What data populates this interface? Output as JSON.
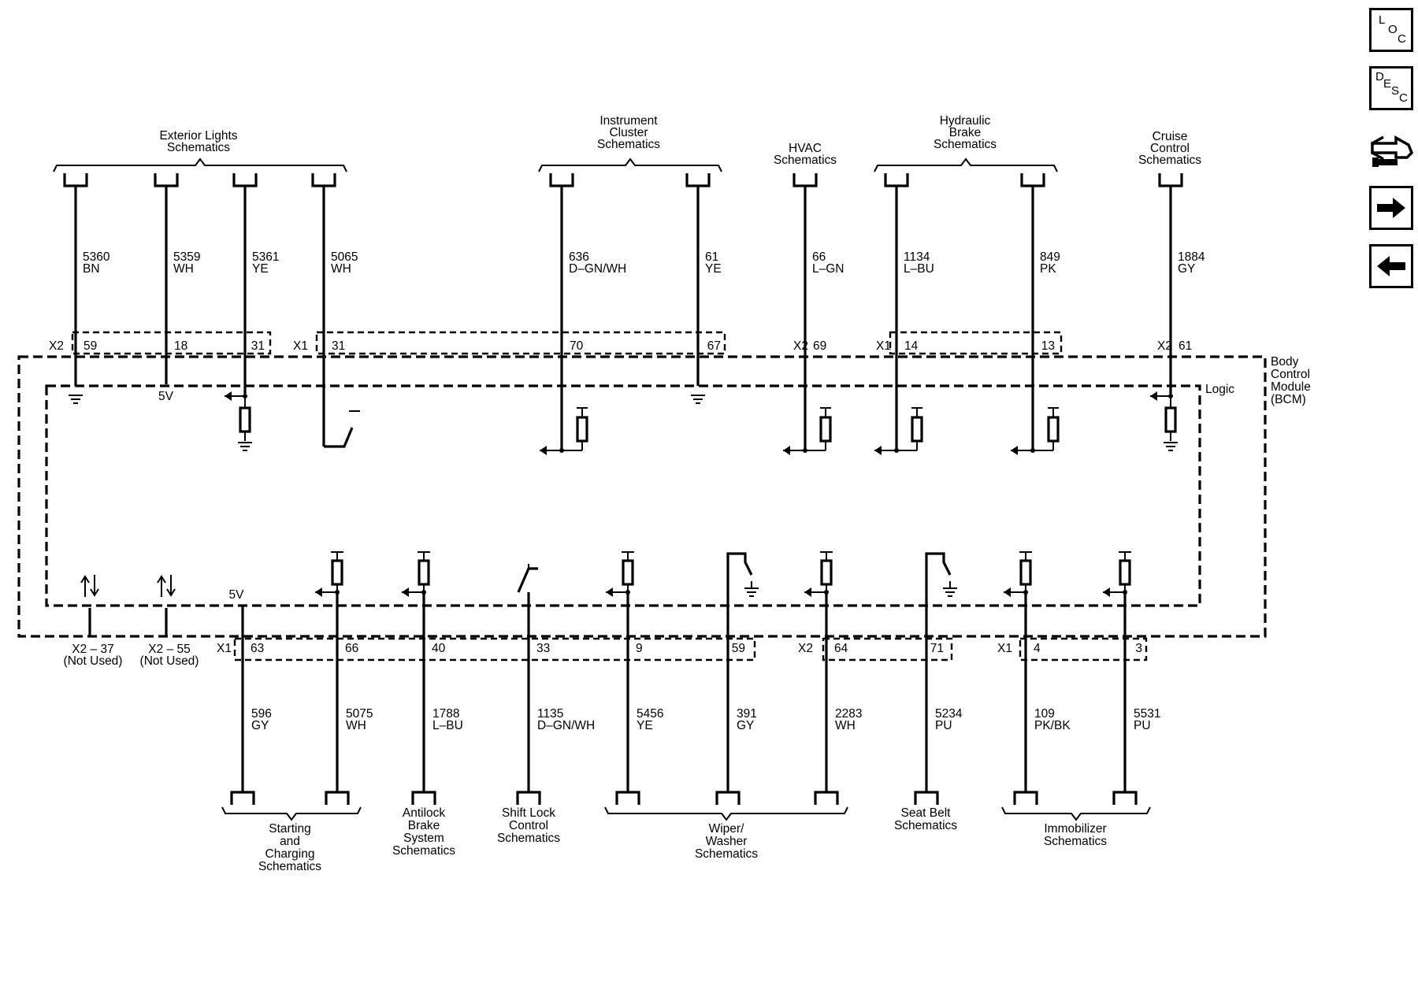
{
  "module": {
    "name": [
      "Body",
      "Control",
      "Module",
      "(BCM)"
    ],
    "logic_label": "Logic"
  },
  "top_groups": [
    {
      "id": "exterior",
      "lines": [
        "Exterior Lights",
        "Schematics"
      ]
    },
    {
      "id": "cluster",
      "lines": [
        "Instrument",
        "Cluster",
        "Schematics"
      ]
    },
    {
      "id": "hvac",
      "lines": [
        "HVAC",
        "Schematics"
      ]
    },
    {
      "id": "hydraulic",
      "lines": [
        "Hydraulic",
        "Brake",
        "Schematics"
      ]
    },
    {
      "id": "cruise",
      "lines": [
        "Cruise",
        "Control",
        "Schematics"
      ]
    }
  ],
  "bottom_groups": [
    {
      "id": "starting",
      "lines": [
        "Starting",
        "and",
        "Charging",
        "Schematics"
      ]
    },
    {
      "id": "abs",
      "lines": [
        "Antilock",
        "Brake",
        "System",
        "Schematics"
      ]
    },
    {
      "id": "shiftlock",
      "lines": [
        "Shift Lock",
        "Control",
        "Schematics"
      ]
    },
    {
      "id": "wiper",
      "lines": [
        "Wiper/",
        "Washer",
        "Schematics"
      ]
    },
    {
      "id": "seatbelt",
      "lines": [
        "Seat Belt",
        "Schematics"
      ]
    },
    {
      "id": "immobilizer",
      "lines": [
        "Immobilizer",
        "Schematics"
      ]
    }
  ],
  "top_wires": [
    {
      "circuit": "5360",
      "color": "BN",
      "pin": "59",
      "connector": "X2",
      "inside": "ground"
    },
    {
      "circuit": "5359",
      "color": "WH",
      "pin": "18",
      "inside": "5v",
      "inside_label": "5V"
    },
    {
      "circuit": "5361",
      "color": "YE",
      "pin": "31",
      "inside": "pulldown"
    },
    {
      "circuit": "5065",
      "color": "WH",
      "pin": "31",
      "connector": "X1",
      "inside": "switch"
    },
    {
      "circuit": "636",
      "color": "D–GN/WH",
      "pin": "70",
      "inside": "pullup"
    },
    {
      "circuit": "61",
      "color": "YE",
      "pin": "67",
      "inside": "ground"
    },
    {
      "circuit": "66",
      "color": "L–GN",
      "pin": "69",
      "connector": "X2",
      "inside": "pullup"
    },
    {
      "circuit": "1134",
      "color": "L–BU",
      "pin": "14",
      "connector": "X1",
      "inside": "pullup"
    },
    {
      "circuit": "849",
      "color": "PK",
      "pin": "13",
      "inside": "pullup"
    },
    {
      "circuit": "1884",
      "color": "GY",
      "pin": "61",
      "connector": "X2",
      "inside": "pulldown"
    }
  ],
  "bottom_wires": [
    {
      "circuit": "596",
      "color": "GY",
      "pin": "63",
      "connector": "X1",
      "inside_label": "5V"
    },
    {
      "circuit": "5075",
      "color": "WH",
      "pin": "66"
    },
    {
      "circuit": "1788",
      "color": "L–BU",
      "pin": "40"
    },
    {
      "circuit": "1135",
      "color": "D–GN/WH",
      "pin": "33"
    },
    {
      "circuit": "5456",
      "color": "YE",
      "pin": "9"
    },
    {
      "circuit": "391",
      "color": "GY",
      "pin": "59"
    },
    {
      "circuit": "2283",
      "color": "WH",
      "pin": "64",
      "connector": "X2"
    },
    {
      "circuit": "5234",
      "color": "PU",
      "pin": "71"
    },
    {
      "circuit": "109",
      "color": "PK/BK",
      "pin": "4",
      "connector": "X1"
    },
    {
      "circuit": "5531",
      "color": "PU",
      "pin": "3"
    }
  ],
  "not_used_pins": [
    {
      "pin": "X2 – 37",
      "note": "(Not Used)"
    },
    {
      "pin": "X2 – 55",
      "note": "(Not Used)"
    }
  ],
  "nav": {
    "loc": [
      "L",
      "O",
      "C"
    ],
    "desc": [
      "D",
      "E",
      "S",
      "C"
    ],
    "forward_icon": "arrow-right-icon",
    "back_icon": "arrow-left-icon",
    "tool_icon": "wrench-icon"
  }
}
